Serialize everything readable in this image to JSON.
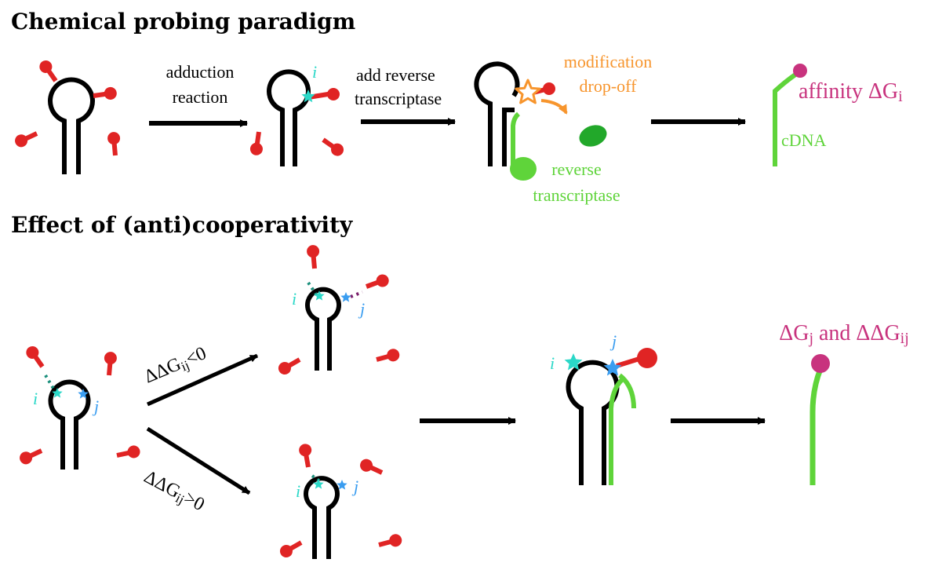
{
  "section1": {
    "title": "Chemical probing paradigm",
    "step1_line1": "adduction",
    "step1_line2": "reaction",
    "step2_line1": "add reverse",
    "step2_line2": "transcriptase",
    "site_i": "i",
    "modification_line1": "modification",
    "modification_line2": "drop-off",
    "reverse_line1": "reverse",
    "reverse_line2": "transcriptase",
    "affinity_text": "affinity ΔG",
    "affinity_sub": "i",
    "cdna_label": "cDNA"
  },
  "section2": {
    "title": "Effect of (anti)cooperativity",
    "site_i": "i",
    "site_j": "j",
    "neg_prefix": "ΔΔG",
    "neg_sub": "ij",
    "neg_suffix": "<0",
    "pos_prefix": "ΔΔG",
    "pos_sub": "ij",
    "pos_suffix": ">0",
    "result_part1": "ΔG",
    "result_sub1": "j",
    "result_part2": " and ΔΔG",
    "result_sub2": "ij"
  },
  "colors": {
    "rna": "#000000",
    "probe": "#e02424",
    "cdna": "#5fd43a",
    "rt_dark": "#22a82a",
    "site_i": "#2bd8c8",
    "site_j": "#3a9df0",
    "drop_off": "#f7952d",
    "affinity": "#c8337e"
  }
}
